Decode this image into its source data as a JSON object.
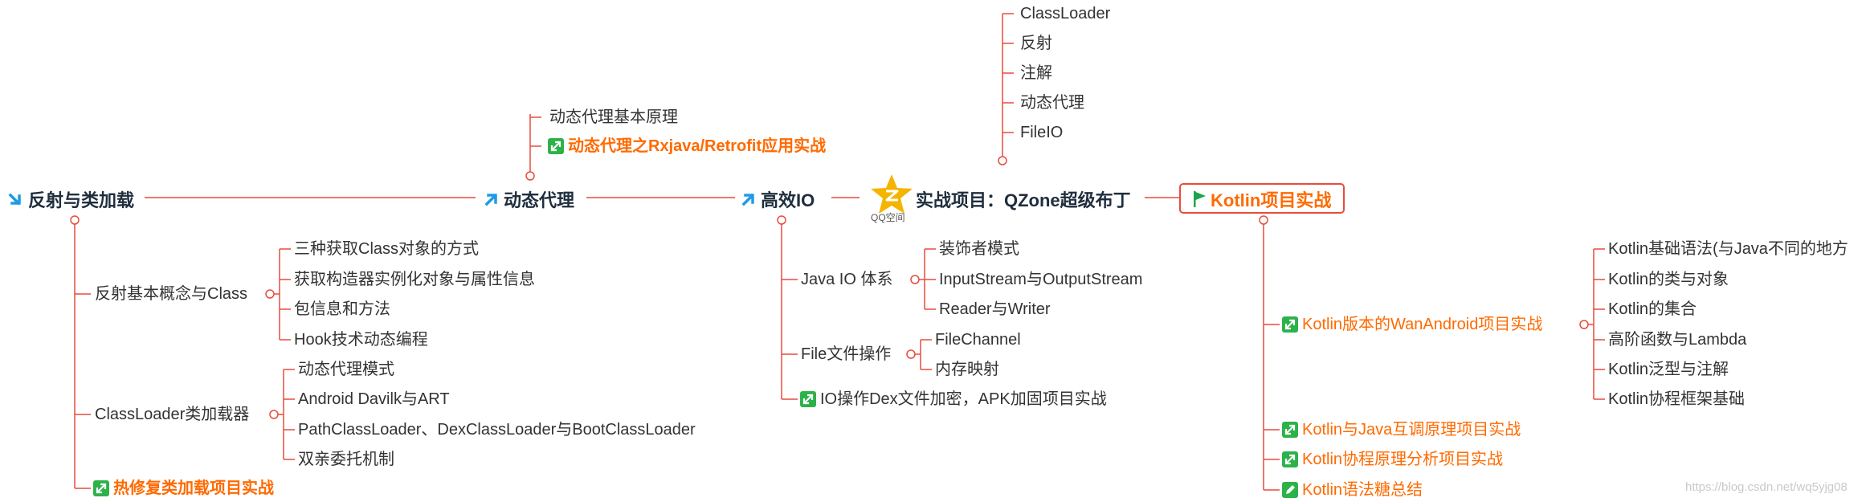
{
  "root_nodes": {
    "reflection": "反射与类加载",
    "dynamic_proxy": "动态代理",
    "efficient_io": "高效IO",
    "qzone": "实战项目：QZone超级布丁",
    "kotlin": "Kotlin项目实战"
  },
  "qzone_logo_text": "QQ空间",
  "qzone_topics": [
    "ClassLoader",
    "反射",
    "注解",
    "动态代理",
    "FileIO"
  ],
  "dynamic_proxy_children": {
    "basic": "动态代理基本原理",
    "practice": "动态代理之Rxjava/Retrofit应用实战"
  },
  "reflection_children": {
    "concepts": {
      "label": "反射基本概念与Class",
      "items": [
        "三种获取Class对象的方式",
        "获取构造器实例化对象与属性信息",
        "包信息和方法",
        "Hook技术动态编程"
      ]
    },
    "classloader": {
      "label": "ClassLoader类加载器",
      "items": [
        "动态代理模式",
        "Android Davilk与ART",
        "PathClassLoader、DexClassLoader与BootClassLoader",
        "双亲委托机制"
      ]
    },
    "hotfix": "热修复类加载项目实战"
  },
  "io_children": {
    "java_io": {
      "label": "Java IO 体系",
      "items": [
        "装饰者模式",
        "InputStream与OutputStream",
        "Reader与Writer"
      ]
    },
    "file_ops": {
      "label": "File文件操作",
      "items": [
        "FileChannel",
        "内存映射"
      ]
    },
    "dex_encrypt": "IO操作Dex文件加密，APK加固项目实战"
  },
  "kotlin_children": {
    "wanandroid": {
      "label": "Kotlin版本的WanAndroid项目实战",
      "items": [
        "Kotlin基础语法(与Java不同的地方",
        "Kotlin的类与对象",
        "Kotlin的集合",
        "高阶函数与Lambda",
        "Kotlin泛型与注解",
        "Kotlin协程框架基础"
      ]
    },
    "interop": "Kotlin与Java互调原理项目实战",
    "coroutine": "Kotlin协程原理分析项目实战",
    "sugar": "Kotlin语法糖总结"
  },
  "watermark": "https://blog.csdn.net/wq5yjg08",
  "colors": {
    "line": "#e74c3c",
    "accent": "#ff6a00",
    "arrow": "#1e9be6",
    "task_icon": "#2db24a",
    "flag": "#1aa64b",
    "star": "#f5b400"
  }
}
